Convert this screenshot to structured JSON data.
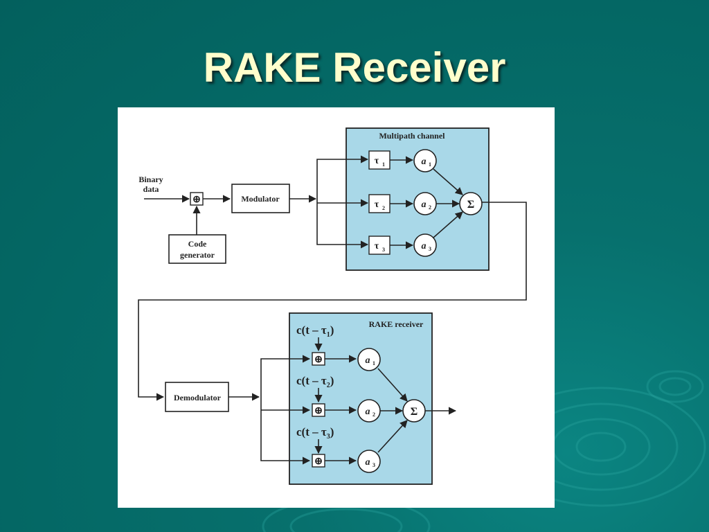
{
  "slide": {
    "title": "RAKE Receiver",
    "colors": {
      "background": "#046764",
      "title": "#ffffcc",
      "channel_box": "#a9d8e8",
      "line": "#222222"
    }
  },
  "diagram": {
    "transmitter": {
      "input_label_line1": "Binary",
      "input_label_line2": "data",
      "mixer_symbol": "⊕",
      "modulator": "Modulator",
      "code_generator_line1": "Code",
      "code_generator_line2": "generator"
    },
    "channel": {
      "title": "Multipath channel",
      "delays": [
        {
          "sym": "τ",
          "sub": "1"
        },
        {
          "sym": "τ",
          "sub": "2"
        },
        {
          "sym": "τ",
          "sub": "3"
        }
      ],
      "gains": [
        {
          "sym": "a",
          "sub": "1"
        },
        {
          "sym": "a",
          "sub": "2"
        },
        {
          "sym": "a",
          "sub": "3"
        }
      ],
      "sum_symbol": "Σ"
    },
    "receiver": {
      "title": "RAKE receiver",
      "demodulator": "Demodulator",
      "codes": [
        {
          "prefix": "c(t – τ",
          "sub": "1",
          "suffix": ")"
        },
        {
          "prefix": "c(t – τ",
          "sub": "2",
          "suffix": ")"
        },
        {
          "prefix": "c(t – τ",
          "sub": "3",
          "suffix": ")"
        }
      ],
      "mixer_symbol": "⊕",
      "gains": [
        {
          "sym": "a",
          "sub": "1"
        },
        {
          "sym": "a",
          "sub": "2"
        },
        {
          "sym": "a",
          "sub": "3"
        }
      ],
      "sum_symbol": "Σ"
    }
  }
}
